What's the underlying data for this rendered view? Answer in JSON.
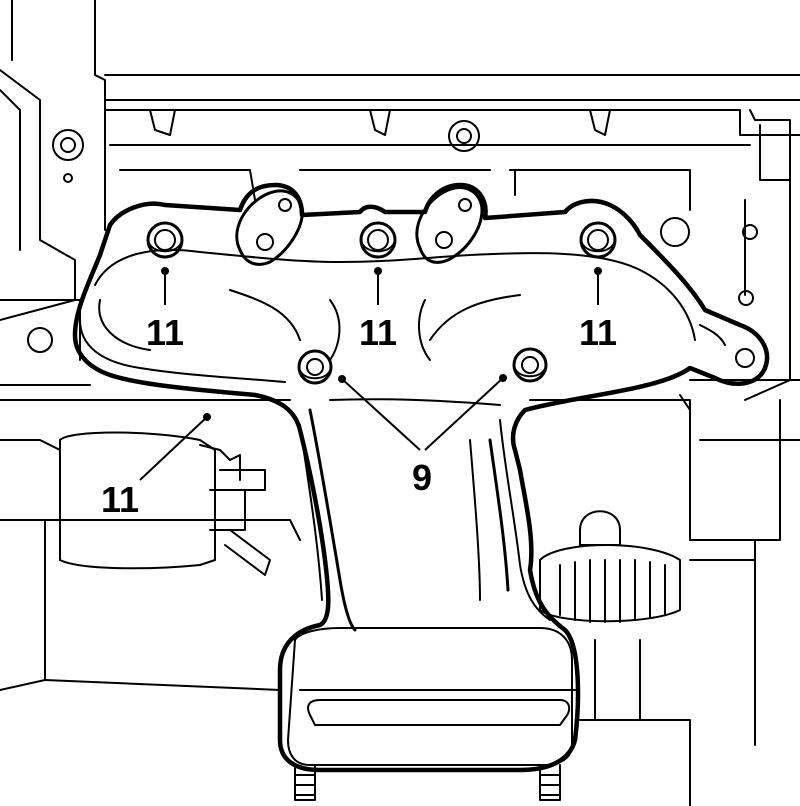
{
  "diagram": {
    "callouts": [
      {
        "id": "bolt-left",
        "label": "11"
      },
      {
        "id": "bolt-center",
        "label": "11"
      },
      {
        "id": "bolt-right",
        "label": "11"
      },
      {
        "id": "manifold-lower-left",
        "label": "11"
      },
      {
        "id": "nuts-shield",
        "label": "9"
      }
    ]
  },
  "colors": {
    "line": "#000000",
    "background": "#ffffff"
  }
}
